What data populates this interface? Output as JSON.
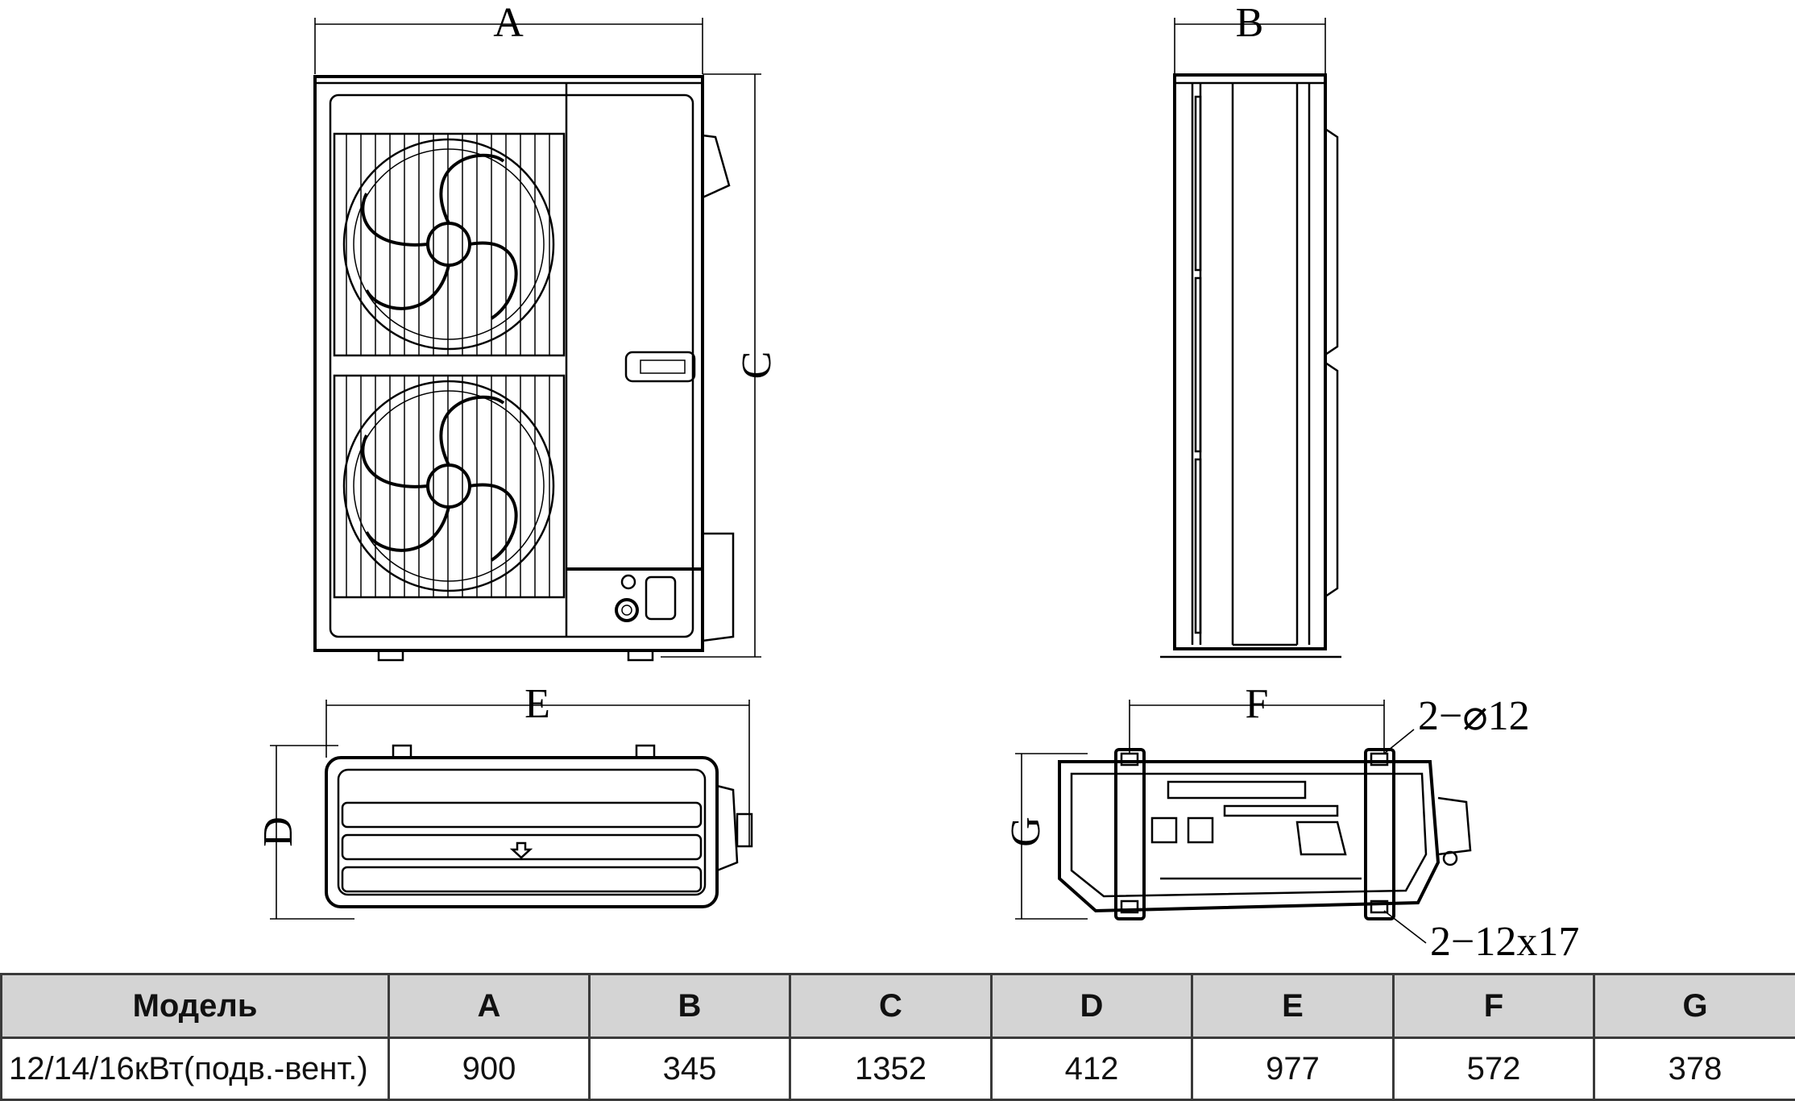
{
  "dimension_labels": {
    "A": "A",
    "B": "B",
    "C": "C",
    "D": "D",
    "E": "E",
    "F": "F",
    "G": "G",
    "holes": "2−⌀12",
    "slots": "2−12x17"
  },
  "table": {
    "headers": [
      "Модель",
      "A",
      "B",
      "C",
      "D",
      "E",
      "F",
      "G"
    ],
    "rows": [
      [
        "12/14/16кВт(подв.-вент.)",
        "900",
        "345",
        "1352",
        "412",
        "977",
        "572",
        "378"
      ]
    ]
  }
}
